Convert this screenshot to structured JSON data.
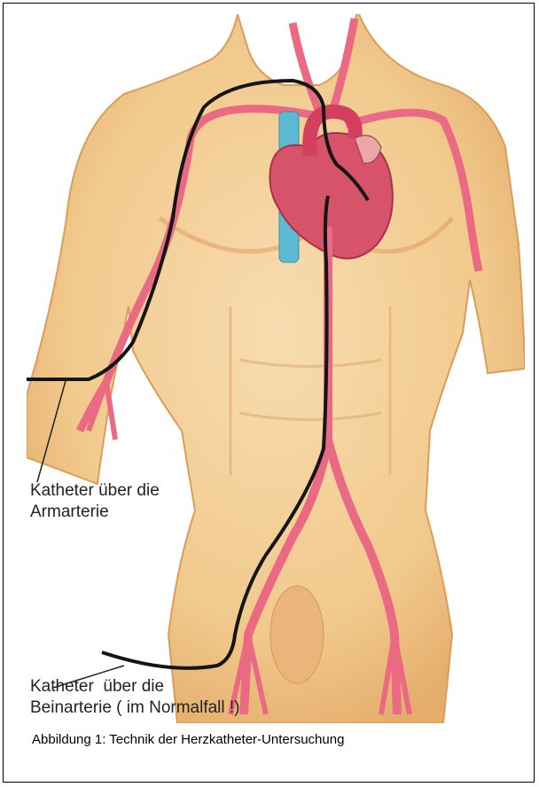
{
  "labels": {
    "arm_line1": "Katheter über die",
    "arm_line2": "Armarterie",
    "leg_line1": "Katheter  über die",
    "leg_line2": "Beinarterie ( im Normalfall !)"
  },
  "caption": "Abbildung 1: Technik der Herzkatheter-Untersuchung",
  "colors": {
    "skin": "#f3cf95",
    "skin_shadow": "#e2a968",
    "artery": "#e96a82",
    "heart": "#d6536a",
    "vein": "#5bb9d1",
    "catheter": "#151515"
  }
}
